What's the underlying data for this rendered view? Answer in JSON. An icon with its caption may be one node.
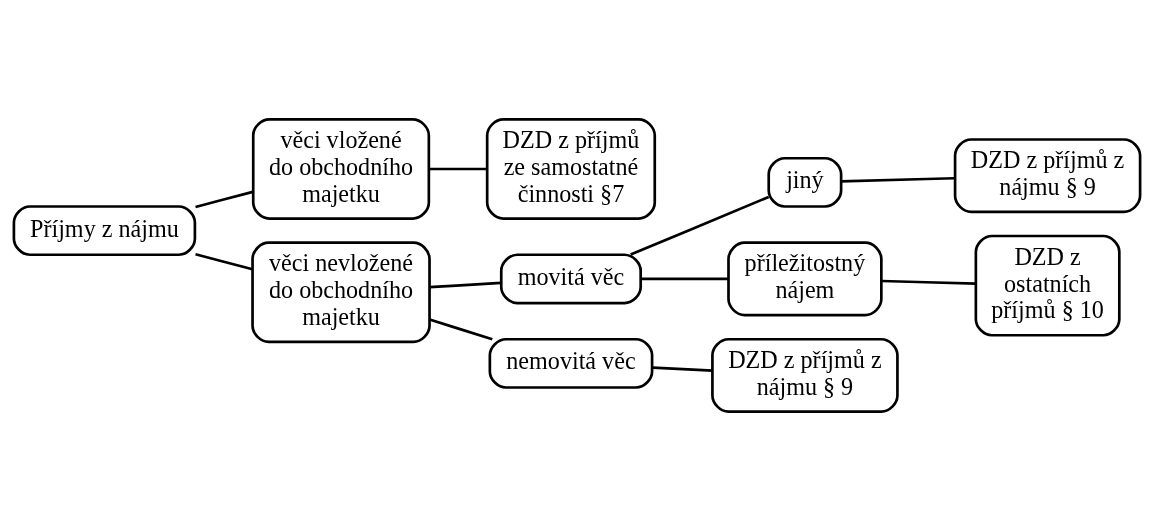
{
  "diagram": {
    "nodes": [
      {
        "text": [
          "Příjmy z nájmu"
        ]
      },
      {
        "text": [
          "věci vložené do obchodního majetku"
        ]
      },
      {
        "text": [
          "DZD z příjmů ze samostatné činnosti §7"
        ]
      },
      {
        "text": [
          "věci nevložené do obchodního majetku"
        ]
      },
      {
        "text": [
          "movitá věc"
        ]
      },
      {
        "text": [
          "jiný"
        ]
      },
      {
        "text": [
          "DZD z příjmů z nájmu § 9"
        ]
      },
      {
        "text": [
          "příležitostný nájem"
        ]
      },
      {
        "text": [
          "DZD z ostatních příjmů § 10"
        ]
      },
      {
        "text": [
          "nemovitá věc"
        ]
      },
      {
        "text": [
          "DZD z příjmů z nájmu § 9"
        ]
      }
    ],
    "edges": [
      {
        "from": 0,
        "to": 1,
        "arrow": "none"
      },
      {
        "from": 0,
        "to": 3,
        "arrow": "none"
      },
      {
        "from": 1,
        "to": 2,
        "arrow": "none"
      },
      {
        "from": 3,
        "to": 4,
        "arrow": "none"
      },
      {
        "from": 3,
        "to": 9,
        "arrow": "none"
      },
      {
        "from": 4,
        "to": 5,
        "arrow": "none"
      },
      {
        "from": 4,
        "to": 7,
        "arrow": "none"
      },
      {
        "from": 5,
        "to": 6,
        "arrow": "none"
      },
      {
        "from": 7,
        "to": 8,
        "arrow": "none"
      },
      {
        "from": 9,
        "to": 10,
        "arrow": "none"
      }
    ]
  }
}
